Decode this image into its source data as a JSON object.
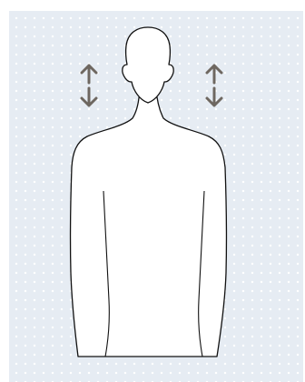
{
  "illustration": {
    "subject": "human-silhouette-front",
    "indicators": [
      {
        "icon": "up-down-arrows-icon",
        "side": "left",
        "color": "#6e6760"
      },
      {
        "icon": "up-down-arrows-icon",
        "side": "right",
        "color": "#6e6760"
      }
    ],
    "colors": {
      "background": "#e6ecf3",
      "dot_pattern": "#ffffff",
      "body_fill": "#ffffff",
      "body_outline": "#111111"
    }
  }
}
